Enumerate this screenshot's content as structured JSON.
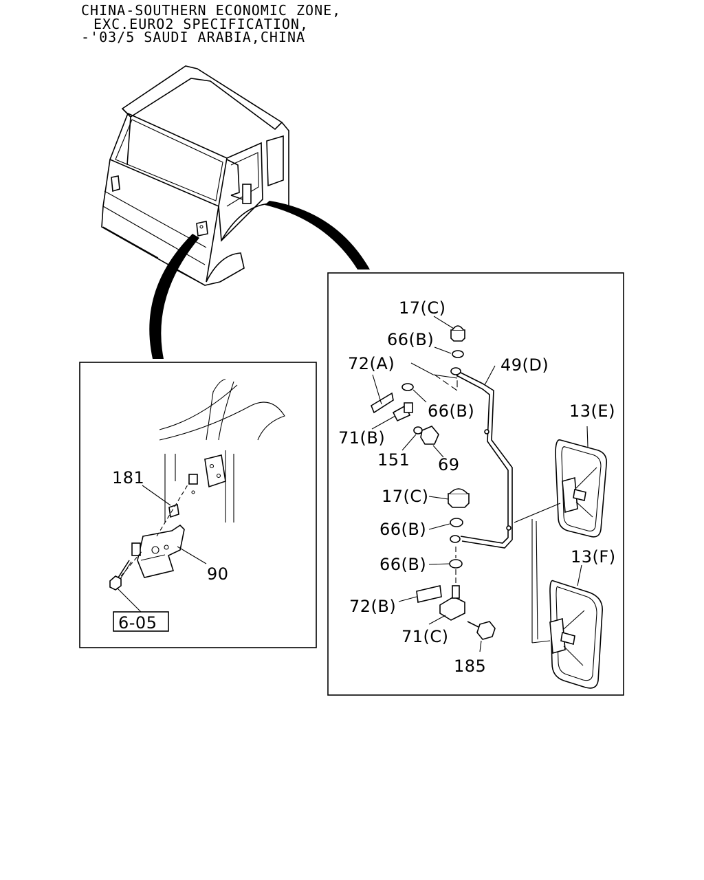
{
  "header": {
    "line1": "CHINA-SOUTHERN ECONOMIC ZONE,",
    "line2": "EXC.EURO2 SPECIFICATION,",
    "line3": "-'03/5 SAUDI ARABIA,CHINA"
  },
  "left_panel": {
    "labels": {
      "p181": "181",
      "p90": "90",
      "ref": "6-05"
    }
  },
  "right_panel": {
    "labels": {
      "p17c_top": "17(C)",
      "p66b_1": "66(B)",
      "p72a": "72(A)",
      "p49d": "49(D)",
      "p66b_2": "66(B)",
      "p13e": "13(E)",
      "p71b": "71(B)",
      "p151": "151",
      "p69": "69",
      "p17c_mid": "17(C)",
      "p66b_3": "66(B)",
      "p66b_4": "66(B)",
      "p13f": "13(F)",
      "p72b": "72(B)",
      "p71c": "71(C)",
      "p185": "185"
    }
  }
}
